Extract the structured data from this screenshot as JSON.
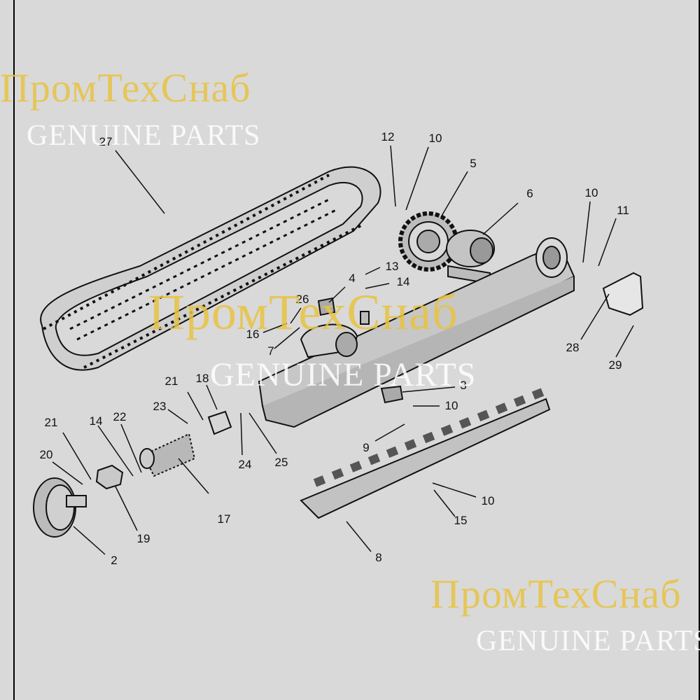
{
  "background_color": "#d9d9d9",
  "line_color": "#111111",
  "watermark": {
    "brand": "ПромТехСнаб",
    "tagline": "GENUINE PARTS",
    "brand_color": "#e8c341",
    "tagline_color": "#ffffff"
  },
  "callouts": [
    "12",
    "10",
    "5",
    "6",
    "10",
    "11",
    "27",
    "13",
    "4",
    "14",
    "26",
    "16",
    "7",
    "28",
    "29",
    "3",
    "10",
    "21",
    "18",
    "23",
    "9",
    "25",
    "24",
    "21",
    "14",
    "22",
    "20",
    "17",
    "19",
    "2",
    "10",
    "15",
    "8"
  ]
}
